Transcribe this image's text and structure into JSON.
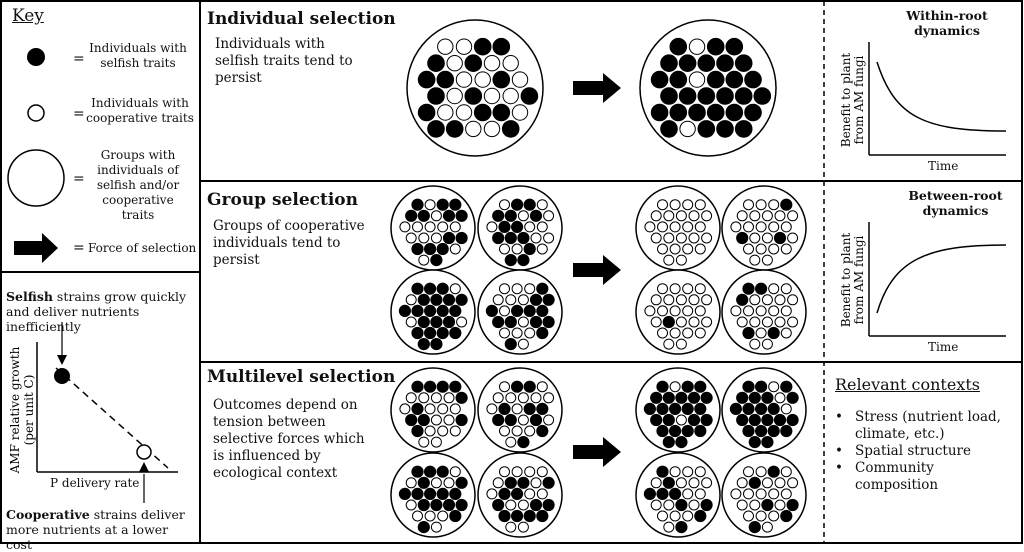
{
  "key": {
    "title": "Key",
    "eq": "=",
    "selfish": "Individuals with selfish traits",
    "cooperative": "Individuals with cooperative traits",
    "groups": "Groups with individuals of selfish and/or cooperative traits",
    "force": "Force of selection"
  },
  "tradeoff": {
    "selfish_bold": "Selfish",
    "selfish_text": " strains grow quickly and deliver nutrients inefficiently",
    "ylabel_line1": "AMF relative growth",
    "ylabel_line2": "(per unit C)",
    "xlabel": "P delivery rate",
    "coop_bold": "Cooperative",
    "coop_text": " strains deliver more nutrients at a lower cost"
  },
  "sections": {
    "individual": {
      "title": "Individual selection",
      "desc": "Individuals with selfish traits tend to persist"
    },
    "group": {
      "title": "Group selection",
      "desc": "Groups of cooperative individuals tend to persist"
    },
    "multilevel": {
      "title": "Multilevel selection",
      "desc": "Outcomes depend on tension between selective forces which is influenced by ecological context"
    }
  },
  "within_chart": {
    "title": "Within-root dynamics",
    "ylabel_line1": "Benefit to plant",
    "ylabel_line2": "from AM fungi",
    "xlabel": "Time"
  },
  "between_chart": {
    "title": "Between-root dynamics",
    "ylabel_line1": "Benefit to plant",
    "ylabel_line2": "from AM fungi",
    "xlabel": "Time"
  },
  "contexts": {
    "title": "Relevant contexts",
    "items": [
      "Stress (nutrient load, climate, etc.)",
      "Spatial structure",
      "Community composition"
    ]
  },
  "colors": {
    "selfish": "#000000",
    "cooperative": "#ffffff",
    "line": "#000000"
  },
  "population_fill": {
    "individual_before": 0.45,
    "individual_after": 0.92,
    "group_before": [
      0.5,
      0.5,
      0.55,
      0.45
    ],
    "group_after": [
      0.05,
      0.08,
      0.05,
      0.15
    ],
    "multilevel_before": [
      0.4,
      0.35,
      0.5,
      0.4
    ],
    "multilevel_after": [
      0.85,
      0.75,
      0.4,
      0.12
    ]
  }
}
